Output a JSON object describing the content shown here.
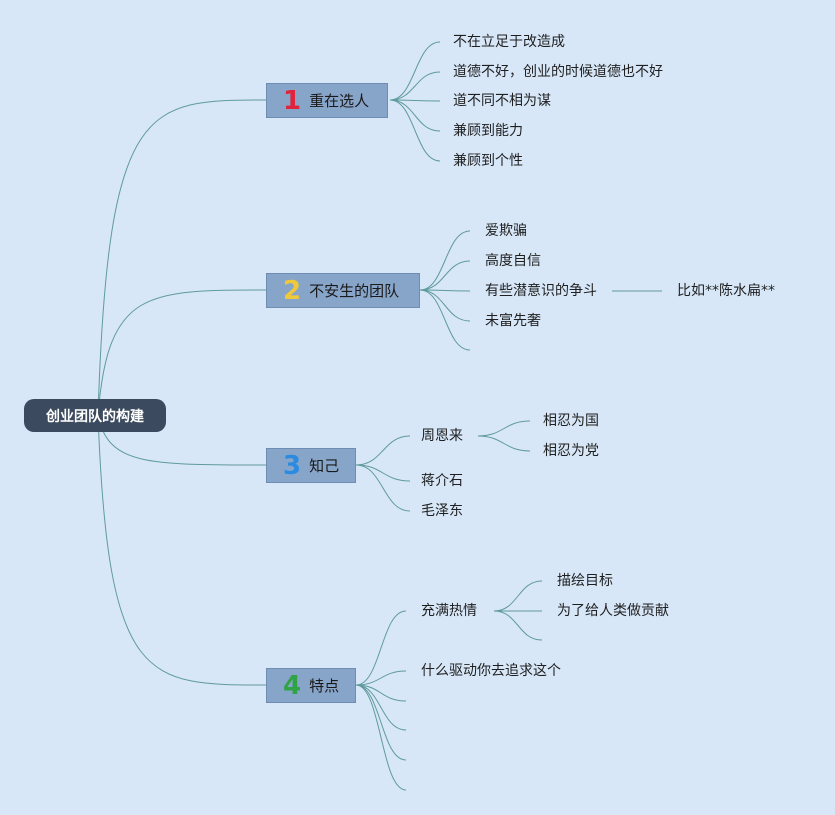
{
  "root": {
    "label": "创业团队的构建"
  },
  "branches": [
    {
      "number": "1",
      "number_color": "#e0243c",
      "label": "重在选人",
      "children": [
        "不在立足于改造成",
        "道德不好，创业的时候道德也不好",
        "道不同不相为谋",
        "兼顾到能力",
        "兼顾到个性"
      ]
    },
    {
      "number": "2",
      "number_color": "#f0c93a",
      "label": "不安生的团队",
      "children": [
        "爱欺骗",
        "高度自信",
        "有些潜意识的争斗",
        "未富先奢"
      ],
      "subnote": "比如**陈水扁**"
    },
    {
      "number": "3",
      "number_color": "#2a8be0",
      "label": "知己",
      "children": [
        "周恩来",
        "蒋介石",
        "毛泽东"
      ],
      "sub_children": [
        "相忍为国",
        "相忍为党"
      ]
    },
    {
      "number": "4",
      "number_color": "#2fa345",
      "label": "特点",
      "children": [
        "充满热情",
        "什么驱动你去追求这个"
      ],
      "sub_children": [
        "描绘目标",
        "为了给人类做贡献"
      ]
    }
  ],
  "colors": {
    "line": "#5f9a9e",
    "root_bg": "#3b4a5e",
    "branch_bg": "#87a4c9",
    "page_bg": "#d7e7f8"
  }
}
